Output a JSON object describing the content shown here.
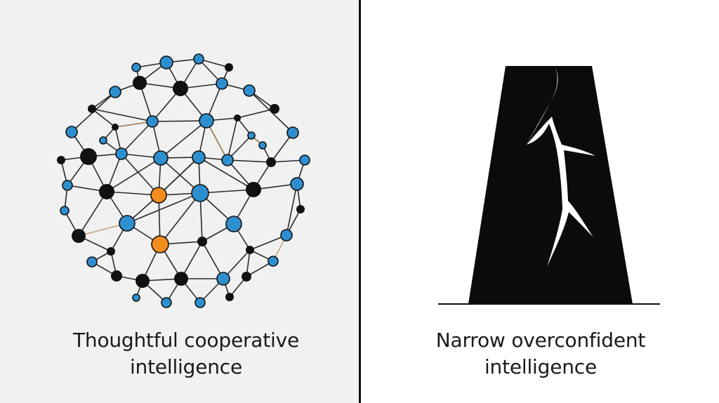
{
  "left_panel": {
    "caption_line1": "Thoughtful cooperative",
    "caption_line2": "intelligence",
    "colors": {
      "background": "#f1f1f1",
      "node_blue": "#2e8fd0",
      "node_black": "#111111",
      "node_orange": "#f28c1c",
      "edge": "#2a2a2a",
      "edge_accent": "#b8905a"
    }
  },
  "right_panel": {
    "caption_line1": "Narrow overconfident",
    "caption_line2": "intelligence",
    "colors": {
      "background": "#ffffff",
      "monolith": "#0b0b0b",
      "crack": "#ffffff"
    }
  }
}
